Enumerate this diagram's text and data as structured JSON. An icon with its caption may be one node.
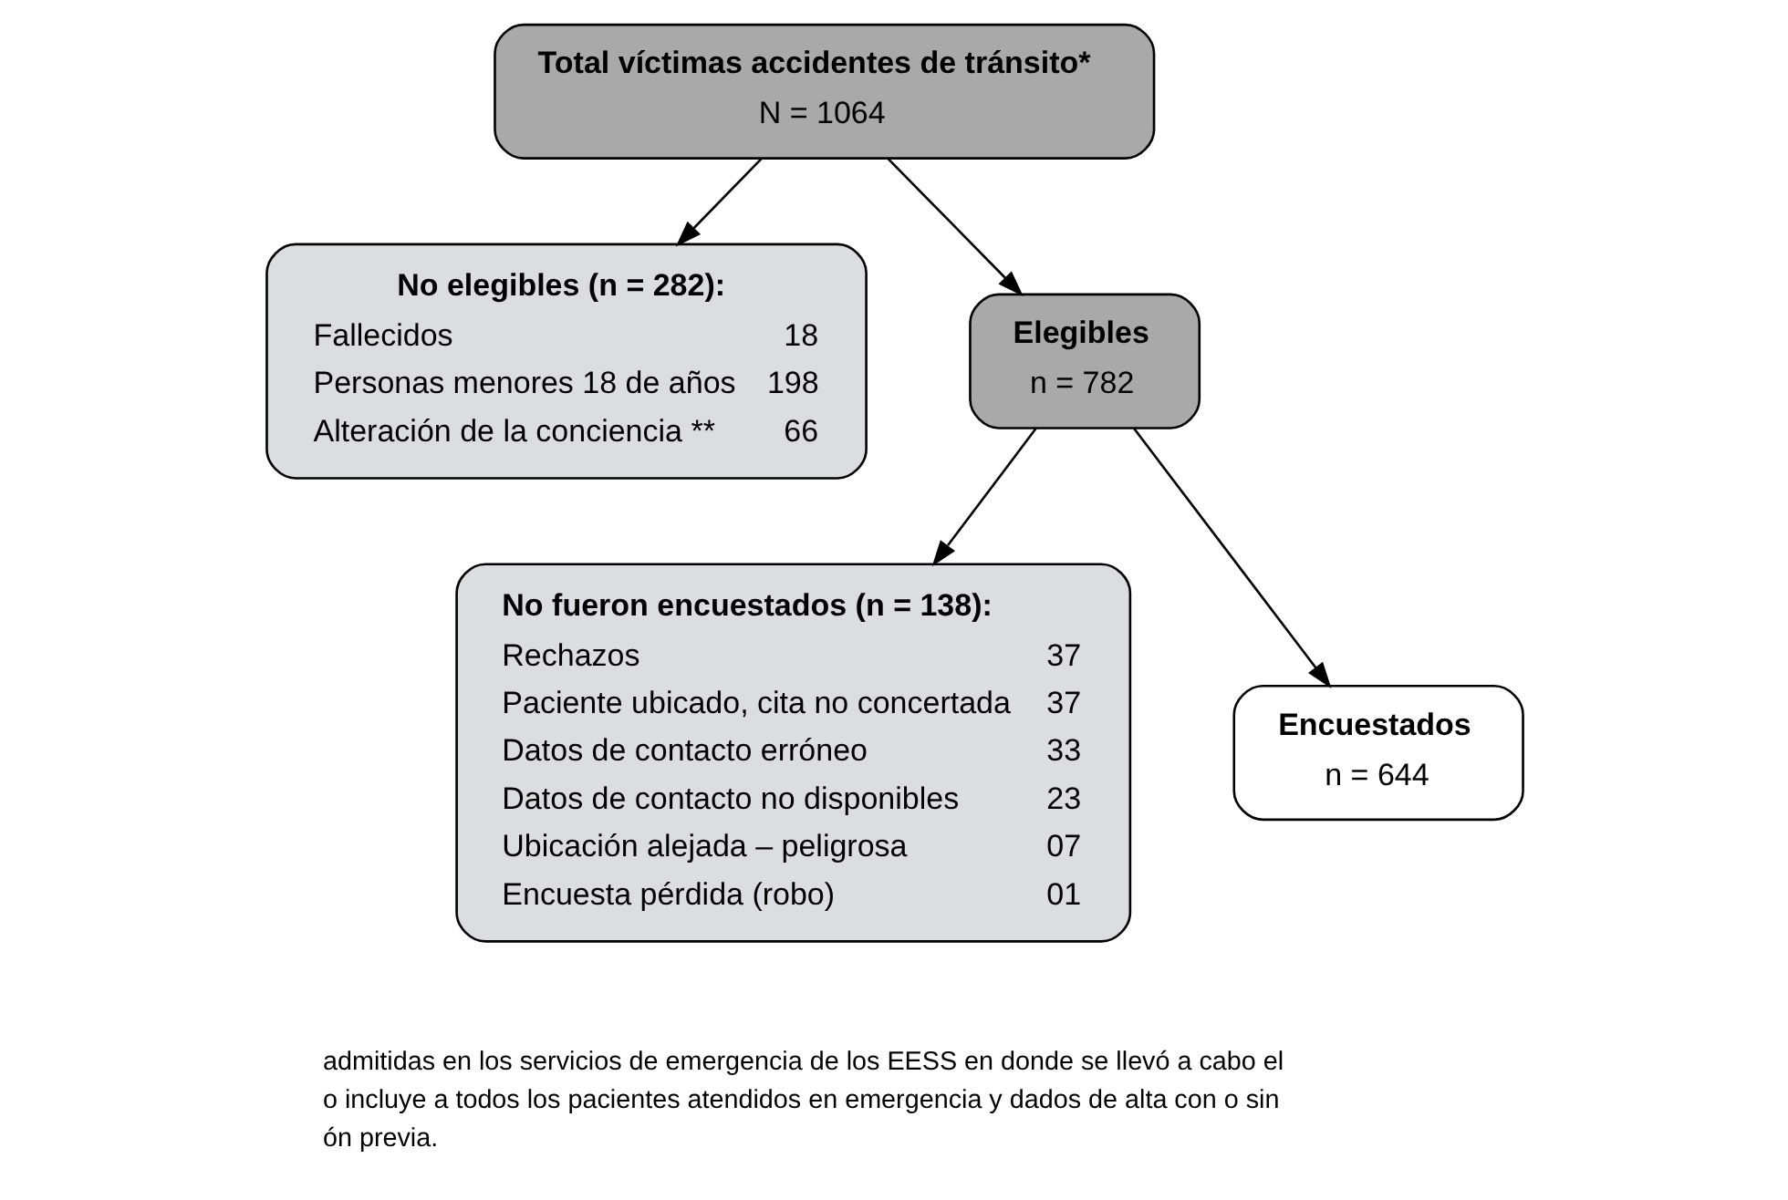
{
  "diagram": {
    "nodes": [
      {
        "text": [
          "Total víctimas accidentes de tránsito*",
          "N = 1064"
        ]
      },
      {
        "text": [
          "No elegibles (n = 282):",
          "Fallecidos",
          "18",
          "Personas menores 18 de años",
          "198",
          "Alteración de la conciencia **",
          "66"
        ]
      },
      {
        "text": [
          "Elegibles",
          "n = 782"
        ]
      },
      {
        "text": [
          "No fueron encuestados (n = 138):",
          "Rechazos",
          "37",
          "Paciente ubicado, cita no concertada",
          "37",
          "Datos de contacto erróneo",
          "33",
          "Datos de contacto no disponibles",
          "23",
          "Ubicación alejada – peligrosa",
          "07",
          "Encuesta pérdida (robo)",
          "01"
        ]
      },
      {
        "text": [
          "Encuestados",
          "n = 644"
        ]
      }
    ],
    "edges": [
      {
        "from": 0,
        "to": 2,
        "arrow": "to"
      },
      {
        "from": 0,
        "to": 1,
        "arrow": "to"
      },
      {
        "from": 2,
        "to": 4,
        "arrow": "to"
      },
      {
        "from": 2,
        "to": 3,
        "arrow": "to"
      }
    ],
    "labels": [
      "admitidas en los servicios de emergencia de los EESS en donde se llevó a cabo el",
      "o incluye a todos los pacientes atendidos en emergencia y dados de alta con o sin",
      "ón previa."
    ]
  }
}
